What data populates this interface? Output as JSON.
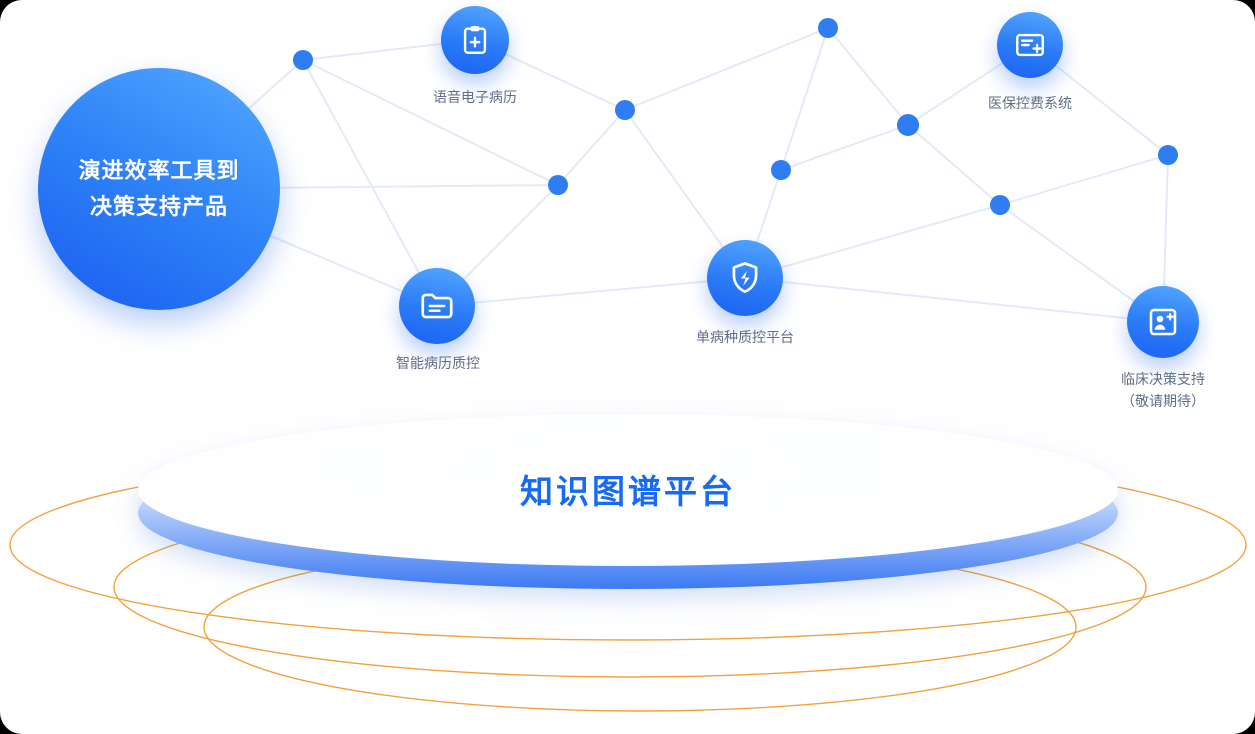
{
  "hero": {
    "line1": "演进效率工具到",
    "line2": "决策支持产品"
  },
  "nodes": {
    "voice_emr": {
      "label": "语音电子病历",
      "icon": "clipboard-plus-icon"
    },
    "insurance_control": {
      "label": "医保控费系统",
      "icon": "medical-report-icon"
    },
    "record_qc": {
      "label": "智能病历质控",
      "icon": "folder-files-icon"
    },
    "single_disease_qc": {
      "label": "单病种质控平台",
      "icon": "shield-lightning-icon"
    },
    "clinical_decision": {
      "label": "临床决策支持",
      "sublabel": "（敬请期待）",
      "icon": "doctor-photo-icon"
    }
  },
  "platform": {
    "title": "知识图谱平台"
  },
  "colors": {
    "node_blue_light": "#54a7ff",
    "node_blue_dark": "#1b63f2",
    "network_line": "#e3eaf7",
    "dot_blue": "#2f7df2",
    "label_text": "#5f6e88",
    "platform_title_blue": "#176af5",
    "ring_orange": "#f2a13c"
  }
}
